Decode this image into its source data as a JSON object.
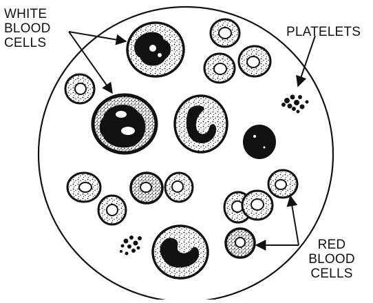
{
  "labels": {
    "white_blood_cells": [
      "WHITE",
      "BLOOD",
      "CELLS"
    ],
    "platelets": "PLATELETS",
    "red_blood_cells": [
      "RED",
      "BLOOD",
      "CELLS"
    ]
  },
  "colors": {
    "ink": "#111111",
    "background": "#ffffff"
  }
}
